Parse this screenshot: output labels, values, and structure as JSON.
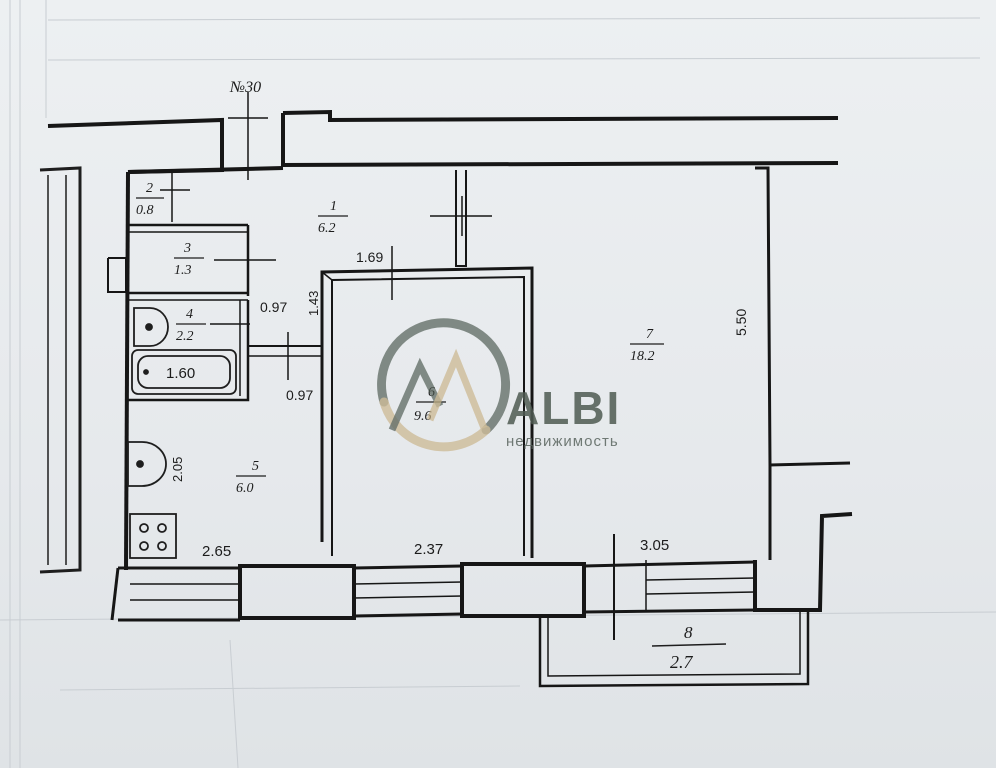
{
  "plan": {
    "building_no": "№30",
    "rooms": [
      {
        "no": "1",
        "area": "6.2"
      },
      {
        "no": "2",
        "area": "0.8"
      },
      {
        "no": "3",
        "area": "1.3"
      },
      {
        "no": "4",
        "area": "2.2"
      },
      {
        "no": "5",
        "area": "6.0"
      },
      {
        "no": "6",
        "area": "9.6"
      },
      {
        "no": "7",
        "area": "18.2"
      },
      {
        "no": "8",
        "area": "2.7"
      }
    ],
    "dimensions": {
      "d_169": "1.69",
      "d_097a": "0.97",
      "d_097b": "0.97",
      "d_143": "1.43",
      "d_550": "5.50",
      "d_205": "2.05",
      "d_265": "2.65",
      "d_237": "2.37",
      "d_305": "3.05",
      "bath": "1.60"
    }
  },
  "watermark": {
    "brand": "ALBI",
    "tagline": "недвижимость",
    "colors": {
      "brand_dark": "#4f5b52",
      "brand_gold": "#c9b48a"
    }
  }
}
